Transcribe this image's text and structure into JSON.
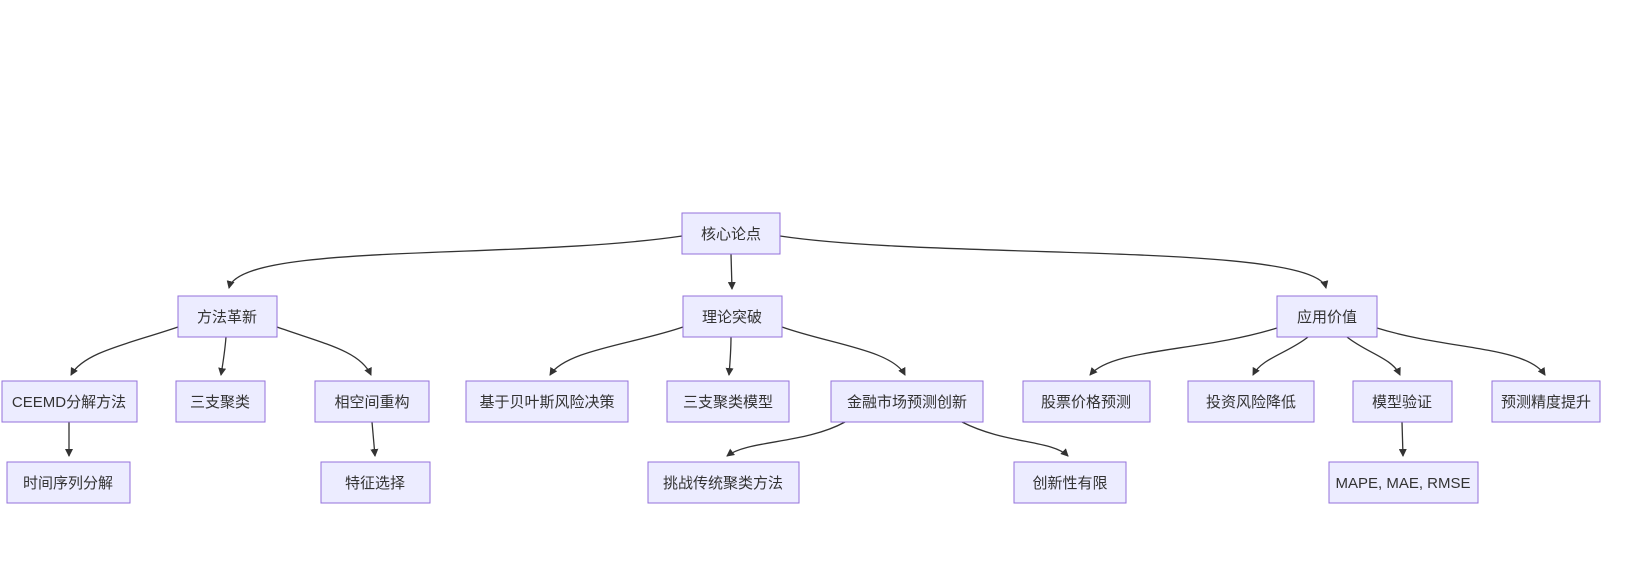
{
  "diagram": {
    "type": "flowchart",
    "direction": "top-down",
    "colors": {
      "background": "#ffffff",
      "node_fill": "#ECECFF",
      "node_border": "#9370DB",
      "edge": "#333333",
      "text": "#333333"
    },
    "nodes": {
      "root": {
        "label": "核心论点"
      },
      "method": {
        "label": "方法革新"
      },
      "theory": {
        "label": "理论突破"
      },
      "application": {
        "label": "应用价值"
      },
      "ceemd": {
        "label": "CEEMD分解方法"
      },
      "three_way": {
        "label": "三支聚类"
      },
      "phase_space": {
        "label": "相空间重构"
      },
      "bayes": {
        "label": "基于贝叶斯风险决策"
      },
      "three_way_model": {
        "label": "三支聚类模型"
      },
      "market_innovation": {
        "label": "金融市场预测创新"
      },
      "stock": {
        "label": "股票价格预测"
      },
      "risk": {
        "label": "投资风险降低"
      },
      "validation": {
        "label": "模型验证"
      },
      "accuracy": {
        "label": "预测精度提升"
      },
      "decomposition": {
        "label": "时间序列分解"
      },
      "feature": {
        "label": "特征选择"
      },
      "challenge": {
        "label": "挑战传统聚类方法"
      },
      "limited": {
        "label": "创新性有限"
      },
      "metrics": {
        "label": "MAPE, MAE, RMSE"
      }
    },
    "edges": [
      {
        "from": "root",
        "to": "method"
      },
      {
        "from": "root",
        "to": "theory"
      },
      {
        "from": "root",
        "to": "application"
      },
      {
        "from": "method",
        "to": "ceemd"
      },
      {
        "from": "method",
        "to": "three_way"
      },
      {
        "from": "method",
        "to": "phase_space"
      },
      {
        "from": "theory",
        "to": "bayes"
      },
      {
        "from": "theory",
        "to": "three_way_model"
      },
      {
        "from": "theory",
        "to": "market_innovation"
      },
      {
        "from": "application",
        "to": "stock"
      },
      {
        "from": "application",
        "to": "risk"
      },
      {
        "from": "application",
        "to": "validation"
      },
      {
        "from": "application",
        "to": "accuracy"
      },
      {
        "from": "ceemd",
        "to": "decomposition"
      },
      {
        "from": "phase_space",
        "to": "feature"
      },
      {
        "from": "market_innovation",
        "to": "challenge"
      },
      {
        "from": "market_innovation",
        "to": "limited"
      },
      {
        "from": "validation",
        "to": "metrics"
      }
    ]
  }
}
